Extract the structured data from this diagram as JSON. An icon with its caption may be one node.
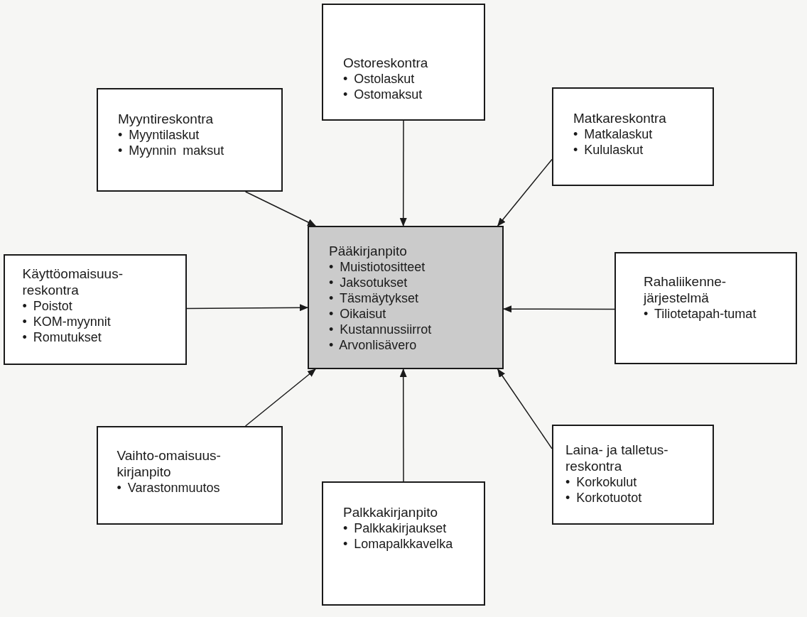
{
  "diagram": {
    "nodes": [
      {
        "text": [
          "Ostoreskontra",
          "• Ostolaskut",
          "• Ostomaksut"
        ]
      },
      {
        "text": [
          "Myyntireskontra",
          "• Myyntilaskut",
          "• Myynnin maksut"
        ]
      },
      {
        "text": [
          "Matkareskontra",
          "• Matkalaskut",
          "• Kululaskut"
        ]
      },
      {
        "text": [
          "Käyttöomaisuus-reskontra",
          "• Poistot",
          "• KOM-myynnit",
          "• Romutukset"
        ]
      },
      {
        "text": [
          "Pääkirjanpito",
          "• Muistiotositteet",
          "• Jaksotukset",
          "• Täsmäytykset",
          "• Oikaisut",
          "• Kustannussiirrot",
          "• Arvonlisävero"
        ]
      },
      {
        "text": [
          "Rahaliikenne-järjestelmä",
          "• Tiliotetapah-tumat"
        ]
      },
      {
        "text": [
          "Vaihto-omaisuus-kirjanpito",
          "• Varastonmuutos"
        ]
      },
      {
        "text": [
          "Laina- ja talletus-reskontra",
          "• Korkokulut",
          "• Korkotuotot"
        ]
      },
      {
        "text": [
          "Palkkakirjanpito",
          "• Palkkakirjaukset",
          "• Lomapalkkavelka"
        ]
      }
    ],
    "edges": [
      {
        "from": 0,
        "to": 4,
        "arrow": "to"
      },
      {
        "from": 1,
        "to": 4,
        "arrow": "to"
      },
      {
        "from": 2,
        "to": 4,
        "arrow": "to"
      },
      {
        "from": 3,
        "to": 4,
        "arrow": "to"
      },
      {
        "from": 5,
        "to": 4,
        "arrow": "to"
      },
      {
        "from": 6,
        "to": 4,
        "arrow": "to"
      },
      {
        "from": 7,
        "to": 4,
        "arrow": "to"
      },
      {
        "from": 8,
        "to": 4,
        "arrow": "to"
      }
    ]
  }
}
